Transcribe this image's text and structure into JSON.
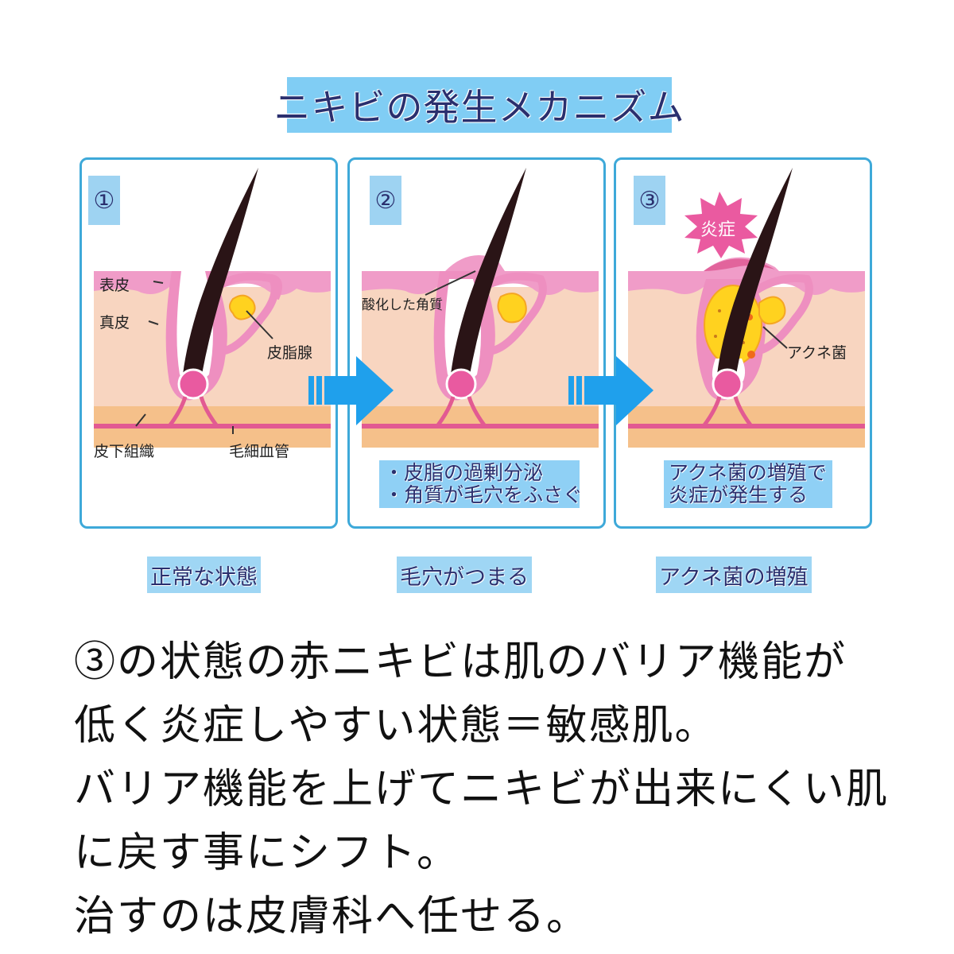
{
  "title": "ニキビの発生メカニズム",
  "colors": {
    "title_bg": "#80cdf4",
    "title_text": "#2a2f6e",
    "panel_border": "#3ea9d9",
    "epidermis": "#f09cc8",
    "dermis": "#f8d5c0",
    "subcutaneous": "#f5c08a",
    "capillary": "#e25a92",
    "hair": "#2a1416",
    "sebaceous": "#ffd21f",
    "arrow": "#1fa0ec",
    "inflammation_burst": "#ea5aa0"
  },
  "panels": [
    {
      "number": "①",
      "labels": {
        "epidermis": "表皮",
        "dermis": "真皮",
        "sebaceous_gland": "皮脂腺",
        "subcutaneous": "皮下組織",
        "capillary": "毛細血管"
      },
      "state_label": "正常な状態"
    },
    {
      "number": "②",
      "labels": {
        "oxidized_keratin": "酸化した角質"
      },
      "caption_lines": [
        "・皮脂の過剰分泌",
        "・角質が毛穴をふさぐ"
      ],
      "state_label": "毛穴がつまる"
    },
    {
      "number": "③",
      "labels": {
        "inflammation": "炎症",
        "acne_bacteria": "アクネ菌"
      },
      "caption_lines": [
        "アクネ菌の増殖で",
        "炎症が発生する"
      ],
      "state_label": "アクネ菌の増殖"
    }
  ],
  "body_text": [
    "③の状態の赤ニキビは肌のバリア機能が",
    "低く炎症しやすい状態＝敏感肌。",
    "バリア機能を上げてニキビが出来にくい肌",
    "に戻す事にシフト。",
    "治すのは皮膚科へ任せる。"
  ]
}
